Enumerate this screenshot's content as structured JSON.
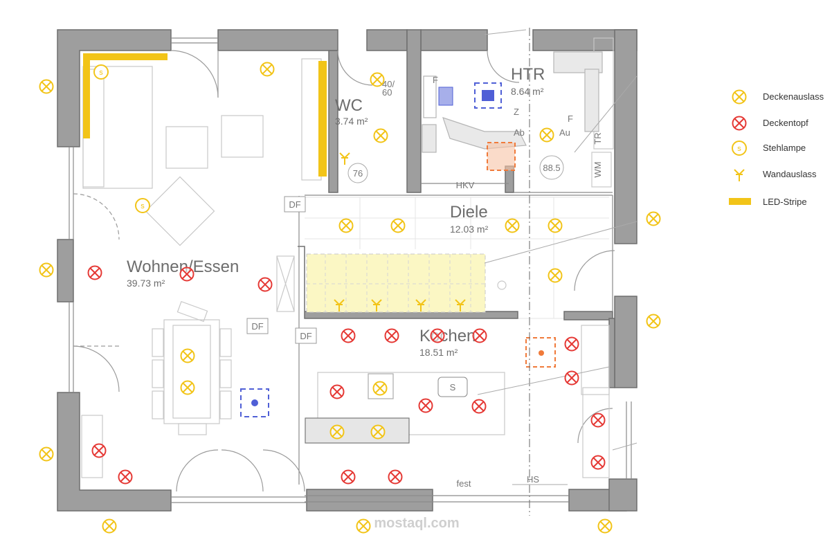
{
  "rooms": {
    "wohnen": {
      "name": "Wohnen/Essen",
      "area": "39.73 m²"
    },
    "wc": {
      "name": "WC",
      "area": "3.74 m²"
    },
    "htr": {
      "name": "HTR",
      "area": "8.64 m²"
    },
    "diele": {
      "name": "Diele",
      "area": "12.03 m²"
    },
    "kochen": {
      "name": "Kochen",
      "area": "18.51 m²"
    }
  },
  "labels": {
    "df1": "DF",
    "df2": "DF",
    "df3": "DF",
    "hkv": "HKV",
    "hs": "HS",
    "fest": "fest",
    "wm": "WM",
    "tr": "TR",
    "dim76": "76",
    "dim88": "88.5",
    "s_box": "S",
    "f1": "F",
    "f2": "F",
    "z": "Z",
    "ab": "Ab",
    "au": "Au",
    "wc_dim1": "40/",
    "wc_dim2": "60"
  },
  "legend": {
    "deckenauslass": "Deckenauslass",
    "deckentopf": "Deckentopf",
    "stehlampe": "Stehlampe",
    "wandauslass": "Wandauslass",
    "led": "LED-Stripe"
  },
  "watermark": "mostaql.com",
  "colors": {
    "wall": "#9e9e9e",
    "yellow": "#f2c418",
    "red": "#e53935",
    "stairs": "#fbf7c4",
    "blue": "#4f5fd6",
    "orange": "#f07a3a"
  }
}
